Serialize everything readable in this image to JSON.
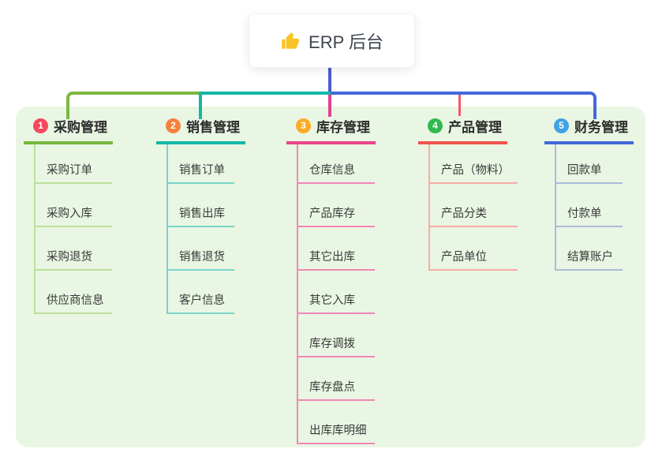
{
  "root": {
    "label": "ERP 后台",
    "icon": "thumbs-up-icon"
  },
  "branches": [
    {
      "index": "1",
      "label": "采购管理",
      "badge_color": "#f4495d",
      "line_color": "#76b83e",
      "child_line_color": "#bcdf9a",
      "children": [
        "采购订单",
        "采购入库",
        "采购退货",
        "供应商信息"
      ]
    },
    {
      "index": "2",
      "label": "销售管理",
      "badge_color": "#f5823c",
      "line_color": "#14b8a8",
      "child_line_color": "#7ad5c8",
      "children": [
        "销售订单",
        "销售出库",
        "销售退货",
        "客户信息"
      ]
    },
    {
      "index": "3",
      "label": "库存管理",
      "badge_color": "#fbab25",
      "line_color": "#e8448a",
      "child_line_color": "#f187b5",
      "children": [
        "仓库信息",
        "产品库存",
        "其它出库",
        "其它入库",
        "库存调拨",
        "库存盘点",
        "出库库明细"
      ]
    },
    {
      "index": "4",
      "label": "产品管理",
      "badge_color": "#2fb94e",
      "line_color": "#f0534f",
      "child_line_color": "#f9aaa6",
      "children": [
        "产品（物料）",
        "产品分类",
        "产品单位"
      ]
    },
    {
      "index": "5",
      "label": "财务管理",
      "badge_color": "#41a2e2",
      "line_color": "#4167d8",
      "child_line_color": "#a9bcd8",
      "children": [
        "回款单",
        "付款单",
        "结算账户"
      ]
    }
  ],
  "colors": {
    "panel_bg": "#e9f6e3",
    "root_line": "#4a5ed0",
    "blue_line": "#4467d9",
    "teal_line": "#12b7a6",
    "green_line": "#7cb83f",
    "magenta_line": "#e0418f",
    "red_line": "#f5566b",
    "thumb_icon": "#f7c325"
  }
}
